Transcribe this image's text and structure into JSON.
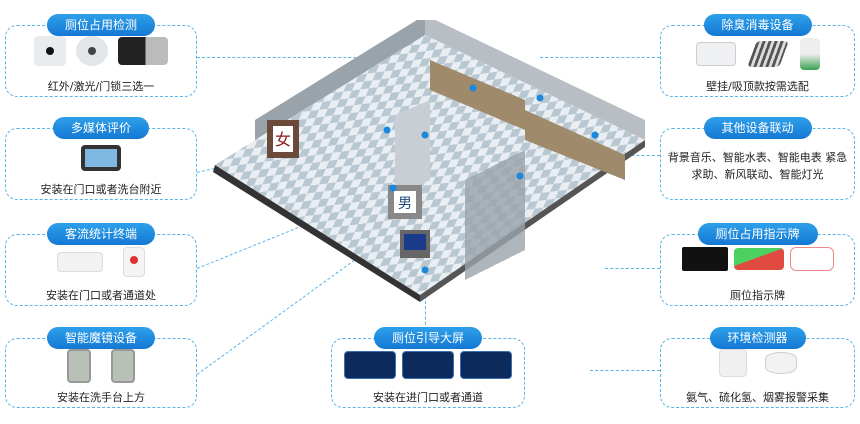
{
  "left_panels": [
    {
      "title": "厕位占用检测",
      "caption": "红外/激光/门锁三选一"
    },
    {
      "title": "多媒体评价",
      "caption": "安装在门口或者洗台附近"
    },
    {
      "title": "客流统计终端",
      "caption": "安装在门口或者通道处"
    },
    {
      "title": "智能魔镜设备",
      "caption": "安装在洗手台上方"
    }
  ],
  "center_panel": {
    "title": "厕位引导大屏",
    "caption": "安装在进门口或者通道"
  },
  "right_panels": [
    {
      "title": "除臭消毒设备",
      "caption": "壁挂/吸顶款按需选配"
    },
    {
      "title": "其他设备联动",
      "caption": "背景音乐、智能水表、智能电表 紧急求助、新风联动、智能灯光"
    },
    {
      "title": "厕位占用指示牌",
      "caption": "厕位指示牌"
    },
    {
      "title": "环境检测器",
      "caption": "氨气、硫化氢、烟雾报警采集"
    }
  ],
  "signs": {
    "female": "女",
    "male": "男"
  },
  "colors": {
    "accent": "#1a88dd",
    "border": "#5ab4e6"
  }
}
